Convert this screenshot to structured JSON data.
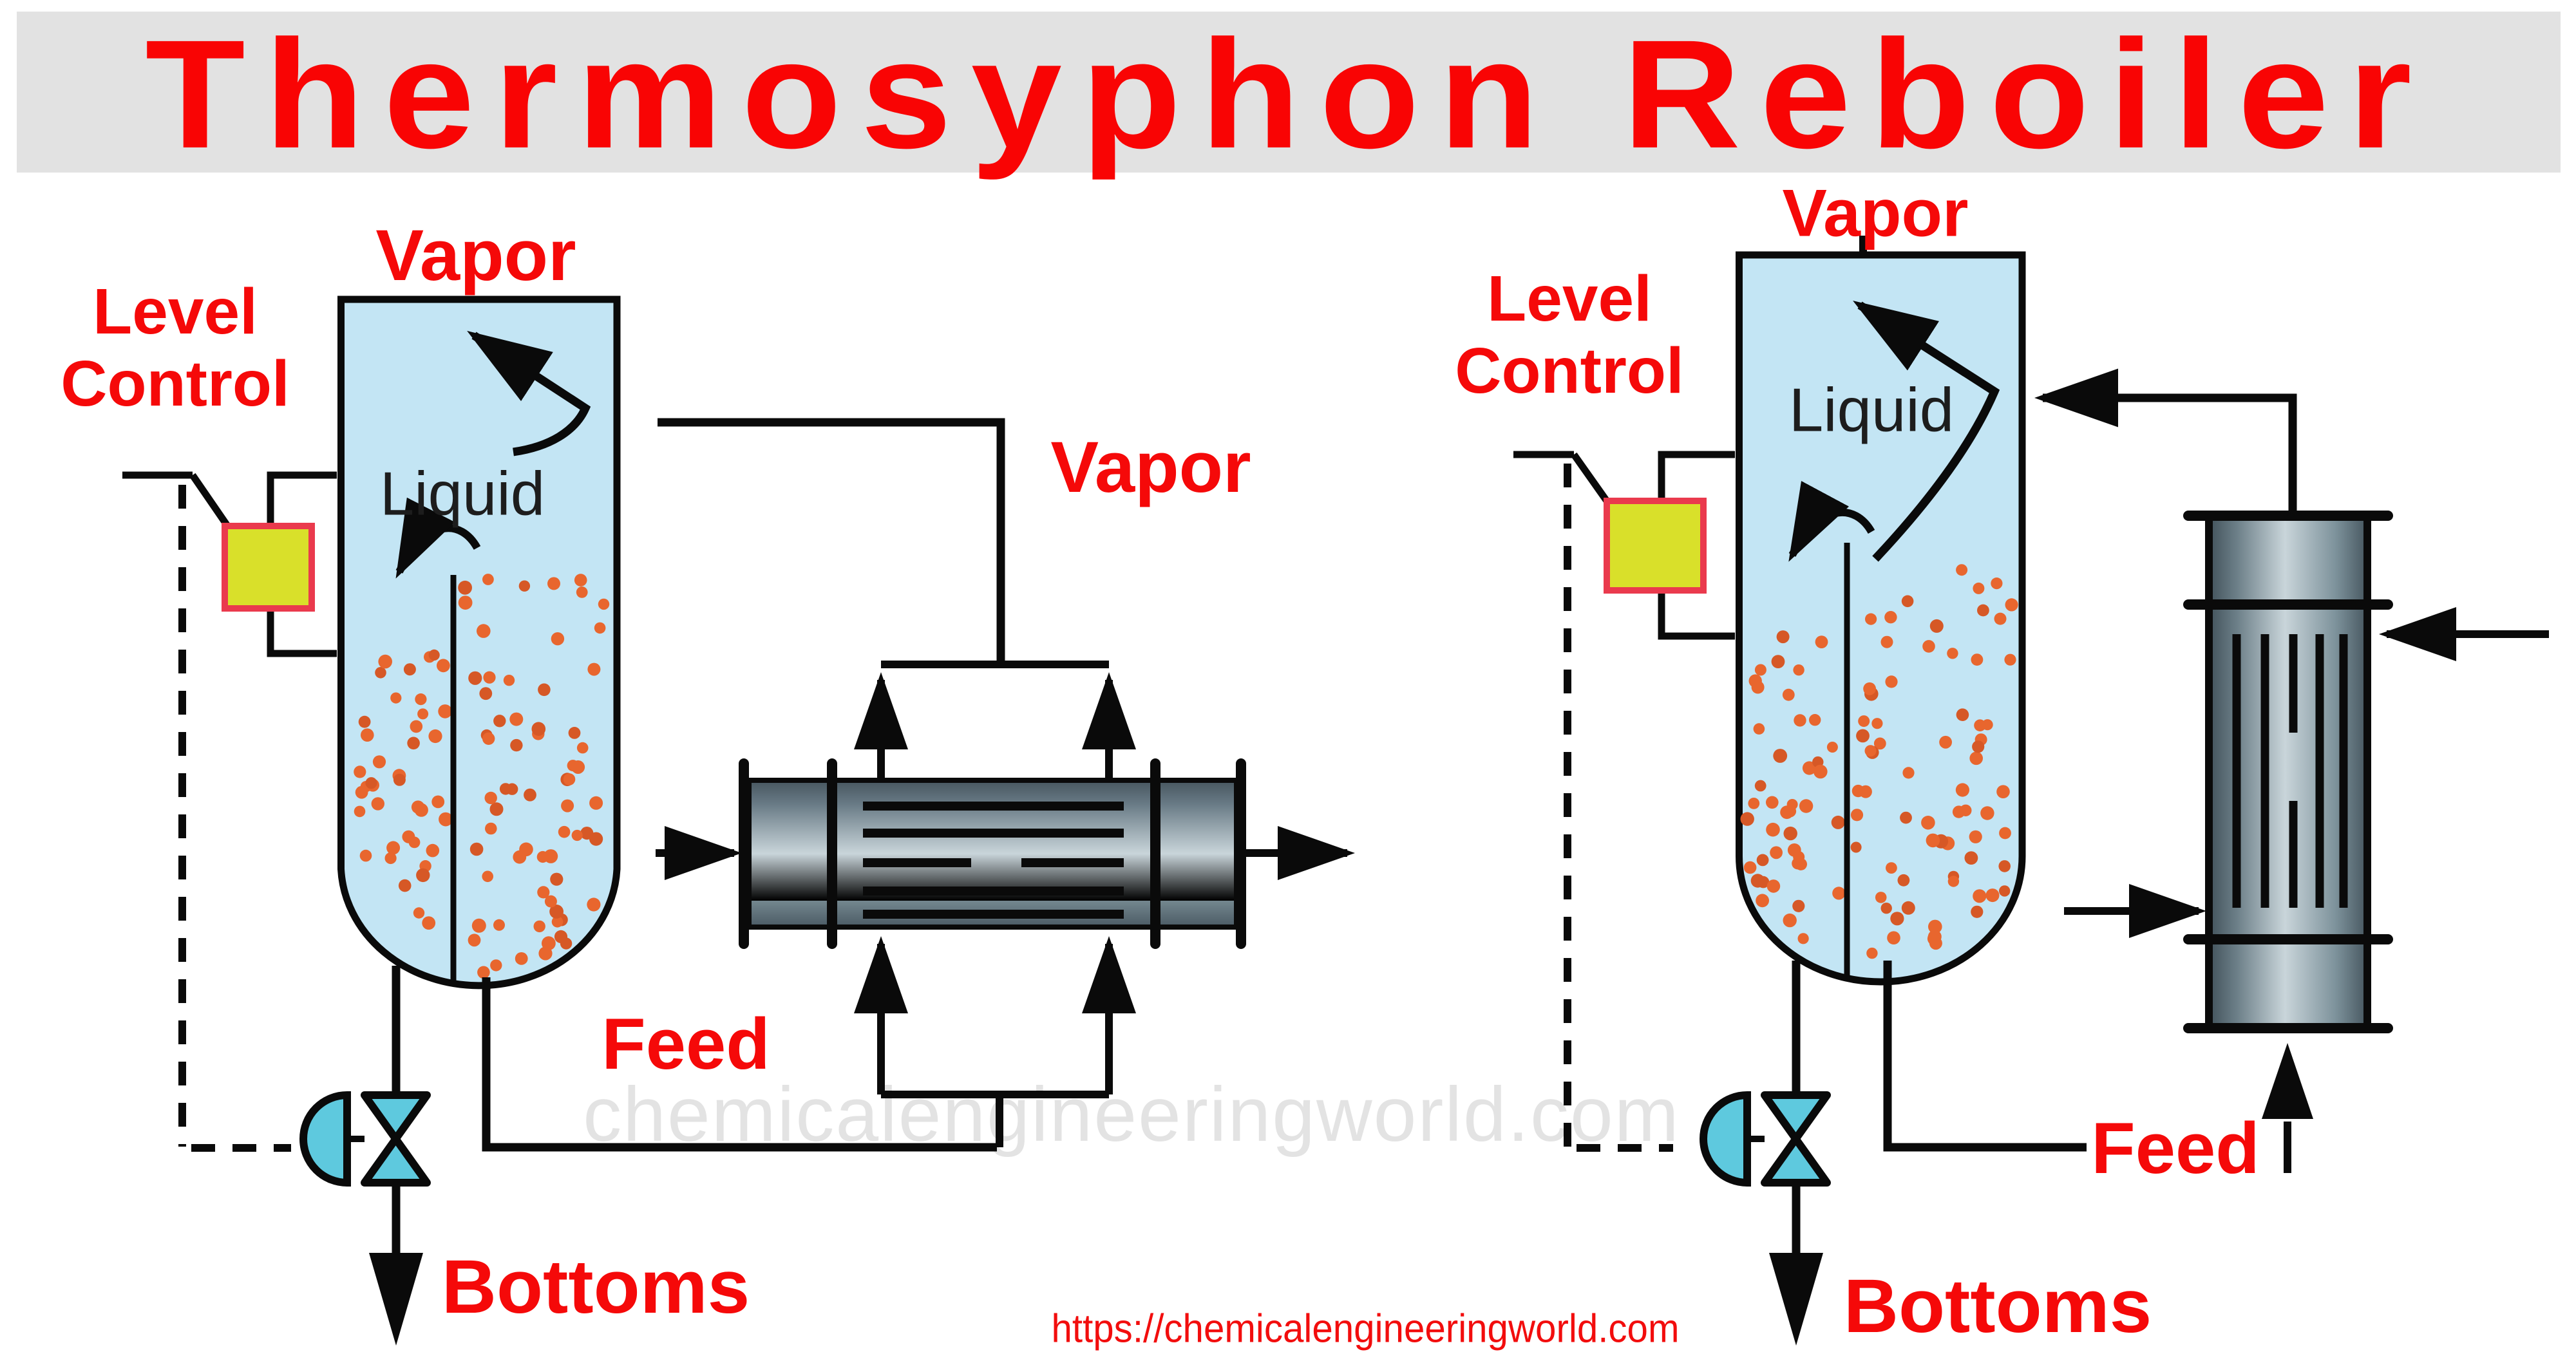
{
  "title": {
    "text": "Thermosyphon Reboiler"
  },
  "watermark": {
    "text": "chemicalengineeringworld.com"
  },
  "footer_url": {
    "text": "https://chemicalengineeringworld.com"
  },
  "left_diagram": {
    "labels": {
      "vapor_top": "Vapor",
      "level_control": "Level Control",
      "liquid": "Liquid",
      "vapor_outlet": "Vapor",
      "feed": "Feed",
      "bottoms": "Bottoms"
    }
  },
  "right_diagram": {
    "labels": {
      "vapor_top": "Vapor",
      "level_control": "Level Control",
      "liquid": "Liquid",
      "feed": "Feed",
      "bottoms": "Bottoms"
    }
  },
  "colors": {
    "accent_red": "#f50909",
    "title_red": "#f90404",
    "title_band_gray": "#e2e2e2",
    "column_fill_blue": "#c3e5f4",
    "bubble_dot_orange": "#e8662e",
    "bubble_dot_dark": "#d65826",
    "level_box_fill": "#d9e02a",
    "level_box_border": "#ea3a4d",
    "valve_cyan": "#5ec9de",
    "line_black": "#0a0a0a",
    "watermark_gray": "#e3e3e3",
    "exchanger_dark": "#47565f",
    "exchanger_light": "#c9d5da"
  }
}
